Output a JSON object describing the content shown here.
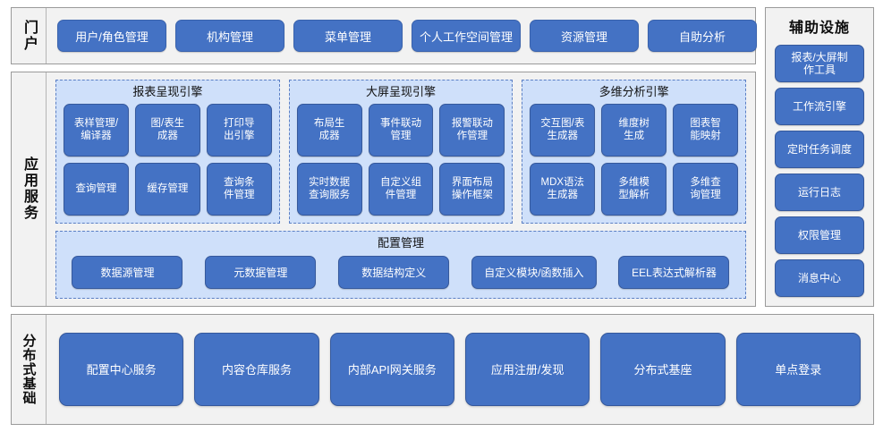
{
  "portal": {
    "label": "门户",
    "buttons": [
      "用户/角色管理",
      "机构管理",
      "菜单管理",
      "个人工作空间管理",
      "资源管理",
      "自助分析"
    ]
  },
  "app_services": {
    "label": "应用服务",
    "engines": [
      {
        "title": "报表呈现引擎",
        "items": [
          "表样管理/\n编译器",
          "图/表生\n成器",
          "打印导\n出引擎",
          "查询管理",
          "缓存管理",
          "查询条\n件管理"
        ]
      },
      {
        "title": "大屏呈现引擎",
        "items": [
          "布局生\n成器",
          "事件联动\n管理",
          "报警联动\n作管理",
          "实时数据\n查询服务",
          "自定义组\n件管理",
          "界面布局\n操作框架"
        ]
      },
      {
        "title": "多维分析引擎",
        "items": [
          "交互图/表\n生成器",
          "维度树\n生成",
          "图表智\n能映射",
          "MDX语法\n生成器",
          "多维模\n型解析",
          "多维查\n询管理"
        ]
      }
    ],
    "config": {
      "title": "配置管理",
      "items": [
        "数据源管理",
        "元数据管理",
        "数据结构定义",
        "自定义模块/函数插入",
        "EEL表达式解析器"
      ]
    }
  },
  "aux": {
    "title": "辅助设施",
    "items": [
      "报表/大屏制\n作工具",
      "工作流引擎",
      "定时任务调度",
      "运行日志",
      "权限管理",
      "消息中心"
    ]
  },
  "base": {
    "label": "分布式基础",
    "buttons": [
      "配置中心服务",
      "内容仓库服务",
      "内部API网关服务",
      "应用注册/发现",
      "分布式基座",
      "单点登录"
    ]
  },
  "colors": {
    "button_blue": "#4472c4",
    "panel_blue": "#cfe0fa",
    "frame_grey": "#9a9a9a",
    "section_bg": "#f2f2f2",
    "dashed_border": "#5b7fc4",
    "text_white": "#ffffff",
    "text_dark": "#0d0d0d"
  }
}
